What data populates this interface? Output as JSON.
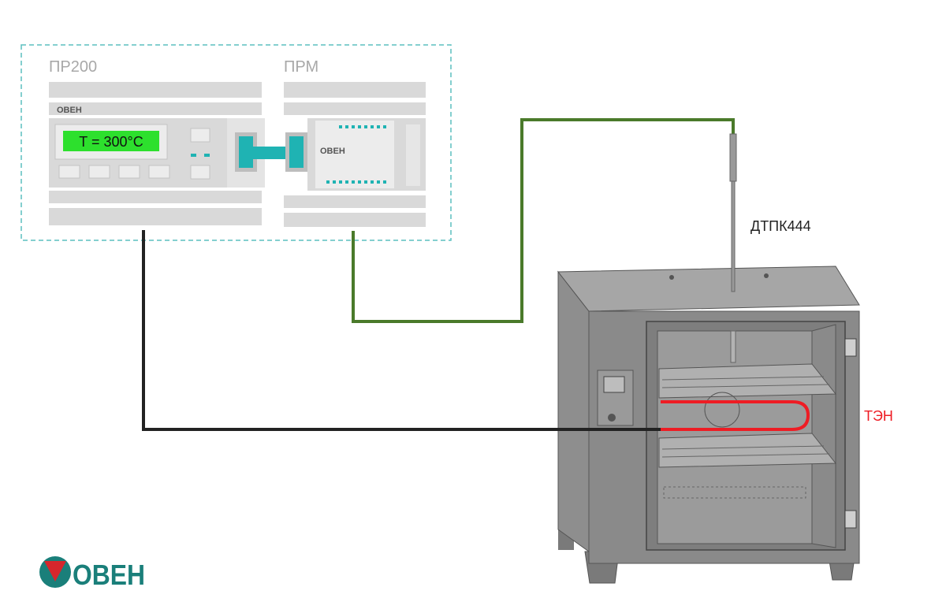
{
  "controllers": {
    "pr200_label": "ПР200",
    "prm_label": "ПРМ",
    "display_text": "T = 300°C",
    "brand_small": "ОВЕН"
  },
  "sensor": {
    "label": "ДТПК444"
  },
  "heater": {
    "label": "ТЭН"
  },
  "logo": {
    "text": "ОВЕН"
  },
  "colors": {
    "dashed_frame": "#5bbfbf",
    "device_gray": "#d9d9d9",
    "display_green": "#2de02d",
    "connector_teal": "#1fb3b3",
    "sensor_wire": "#4a7a2a",
    "heater_wire": "#222222",
    "heater_element": "#ee1c24",
    "oven_gray": "#8a8a8a",
    "logo_teal": "#1a7f7a",
    "logo_red": "#d6262c"
  }
}
